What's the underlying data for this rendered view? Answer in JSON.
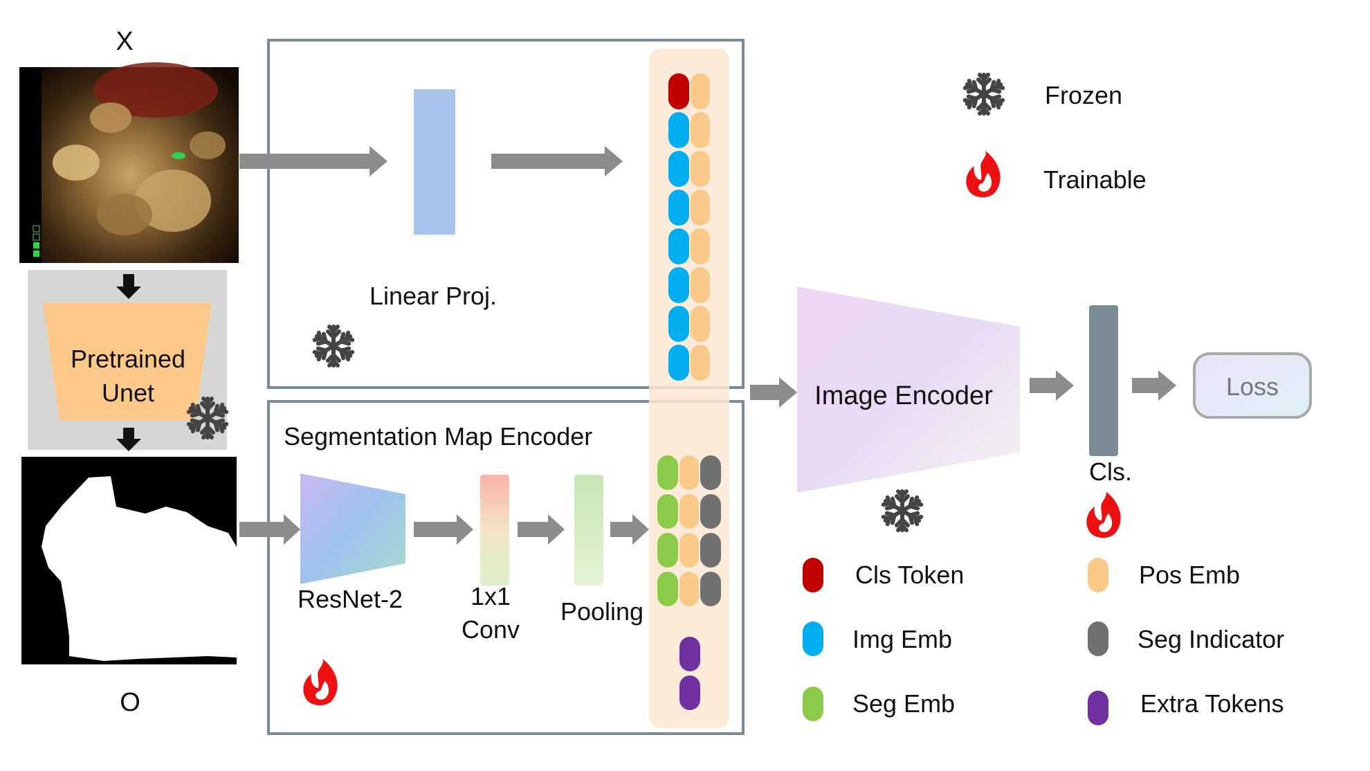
{
  "labels": {
    "input_x": "X",
    "output_o": "O",
    "unet": [
      "Pretrained",
      "Unet"
    ],
    "linear_proj": "Linear Proj.",
    "seg_encoder_title": "Segmentation Map Encoder",
    "resnet": "ResNet-2",
    "conv": [
      "1x1",
      "Conv"
    ],
    "pooling": "Pooling",
    "image_encoder": "Image Encoder",
    "cls_head": "Cls.",
    "loss": "Loss"
  },
  "legend": {
    "status": [
      {
        "icon": "snowflake-icon",
        "label": "Frozen"
      },
      {
        "icon": "flame-icon",
        "label": "Trainable"
      }
    ],
    "tokens": [
      {
        "label": "Cls Token",
        "color": "#c00000"
      },
      {
        "label": "Pos Emb",
        "color": "#f9c98a"
      },
      {
        "label": "Img Emb",
        "color": "#00aeef"
      },
      {
        "label": "Seg Indicator",
        "color": "#707070"
      },
      {
        "label": "Seg Emb",
        "color": "#8ccb4a"
      },
      {
        "label": "Extra Tokens",
        "color": "#7030a0"
      }
    ]
  },
  "colors": {
    "cls_token": "#c00000",
    "img_emb": "#00aeef",
    "seg_emb": "#8ccb4a",
    "pos_emb": "#f9c98a",
    "seg_indicator": "#707070",
    "extra_tokens": "#7030a0",
    "frame": "#7a8b99",
    "arrow": "#8c8c8c",
    "linear_proj": "#a9c4ec",
    "unet": "#fcc98a",
    "cls_head": "#7a8b96",
    "flame": "#ee1111",
    "snowflake": "#444444"
  }
}
